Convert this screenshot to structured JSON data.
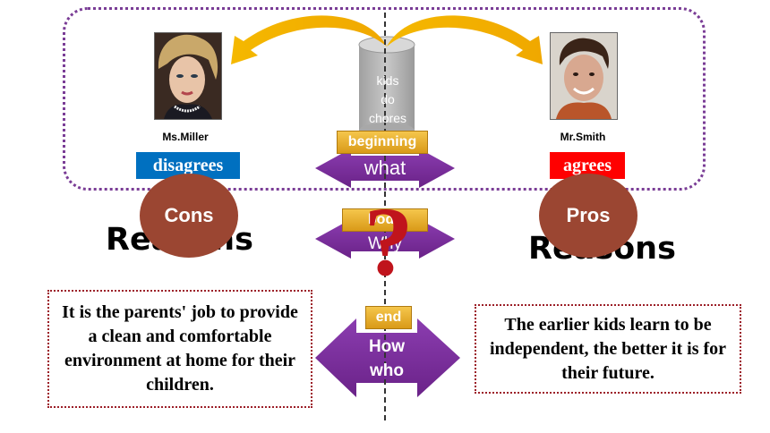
{
  "diagram": {
    "center_topic": "kids do chores",
    "cylinder_lines": [
      "kids",
      "do",
      "chores"
    ],
    "left_person": {
      "name": "Ms.Miller",
      "stance": "disagrees",
      "stance_color": "#0070c0"
    },
    "right_person": {
      "name": "Mr.Smith",
      "stance": "agrees",
      "stance_color": "#ff0000"
    },
    "left_circle": "Cons",
    "right_circle": "Pros",
    "left_heading": "Reasons",
    "right_heading": "Reasons",
    "stages": {
      "beginning": {
        "tag": "beginning",
        "label": "what"
      },
      "body": {
        "tag": "body",
        "label": "Why"
      },
      "end": {
        "tag": "end",
        "label_line1": "How",
        "label_line2": "who"
      }
    },
    "question_mark": "?",
    "left_reason": "It is the parents' job to provide a clean and comfortable environment at home for their children.",
    "right_reason": "The earlier kids learn to be independent, the better it is for their future."
  },
  "colors": {
    "frame": "#7a3d96",
    "arrow": "#7b2c9e",
    "arrow_curve": "#f5b800",
    "circle": "#9b4632",
    "tag": "#e8b030",
    "question": "#c0141c",
    "quote_border": "#9c1f28"
  },
  "icons": [
    "left-curved-arrow-icon",
    "right-curved-arrow-icon",
    "question-mark-icon"
  ]
}
